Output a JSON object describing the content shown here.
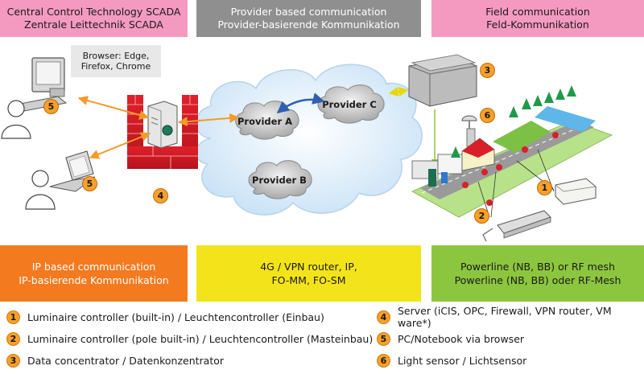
{
  "headers": {
    "left": {
      "line1": "Central Control Technology SCADA",
      "line2": "Zentrale Leittechnik SCADA"
    },
    "middle": {
      "line1": "Provider based communication",
      "line2": "Provider-basierende Kommunikation"
    },
    "right": {
      "line1": "Field communication",
      "line2": "Feld-Kommunikation"
    }
  },
  "browser_box": {
    "line1": "Browser: Edge,",
    "line2": "Firefox, Chrome"
  },
  "cloud": {
    "provider_a": "Provider A",
    "provider_b": "Provider B",
    "provider_c": "Provider C"
  },
  "badges": {
    "b1": "1",
    "b2": "2",
    "b3": "3",
    "b4": "4",
    "b5a": "5",
    "b5b": "5",
    "b6": "6"
  },
  "bands": {
    "left": {
      "line1": "IP based communication",
      "line2": "IP-basierende Kommunikation"
    },
    "middle": {
      "line1": "4G / VPN router, IP,",
      "line2": "FO-MM, FO-SM"
    },
    "right": {
      "line1": "Powerline (NB, BB) or RF mesh",
      "line2": "Powerline (NB, BB) oder RF-Mesh"
    }
  },
  "legend": [
    {
      "num": "1",
      "text": "Luminaire controller (built-in) / Leuchtencontroller (Einbau)"
    },
    {
      "num": "2",
      "text": "Luminaire controller (pole built-in) / Leuchtencontroller (Masteinbau)"
    },
    {
      "num": "3",
      "text": "Data concentrator / Datenkonzentrator"
    },
    {
      "num": "4",
      "text": "Server (iCIS, OPC, Firewall, VPN router, VM ware*)"
    },
    {
      "num": "5",
      "text": "PC/Notebook via browser"
    },
    {
      "num": "6",
      "text": "Light sensor / Lichtsensor"
    }
  ],
  "colors": {
    "header_pink": "#f49ac1",
    "header_gray": "#8f8f8f",
    "band_orange": "#f47a20",
    "band_yellow": "#f3e31a",
    "band_green": "#8cc63f",
    "badge": "#f7a12a",
    "arrow_orange": "#f39a2a",
    "arrow_blue": "#3060b0",
    "cloud": "#d6e9f8"
  }
}
